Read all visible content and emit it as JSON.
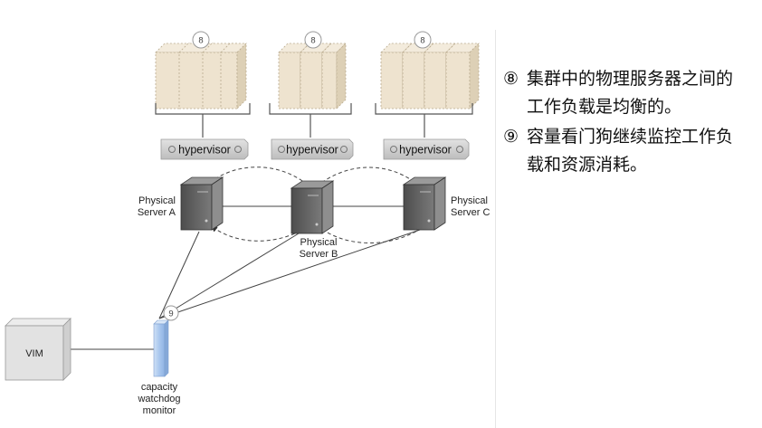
{
  "diagram": {
    "hypervisors": [
      {
        "label": "hypervisor"
      },
      {
        "label": "hypervisor"
      },
      {
        "label": "hypervisor"
      }
    ],
    "workload_badges": [
      "8",
      "8",
      "8"
    ],
    "servers": [
      {
        "label_line1": "Physical",
        "label_line2": "Server A"
      },
      {
        "label_line1": "Physical",
        "label_line2": "Server B"
      },
      {
        "label_line1": "Physical",
        "label_line2": "Server C"
      }
    ],
    "vim_label": "VIM",
    "monitor_badge": "9",
    "monitor_label_lines": [
      "capacity",
      "watchdog",
      "monitor"
    ]
  },
  "notes": [
    {
      "mark": "⑧",
      "text": "集群中的物理服务器之间的工作负载是均衡的。"
    },
    {
      "mark": "⑨",
      "text": "容量看门狗继续监控工作负载和资源消耗。"
    }
  ],
  "colors": {
    "vm_box": "#eee3cf",
    "vm_edge": "#b9aa8e",
    "server_dark": "#5e5e5e",
    "monitor_blue": "#aecbef"
  }
}
